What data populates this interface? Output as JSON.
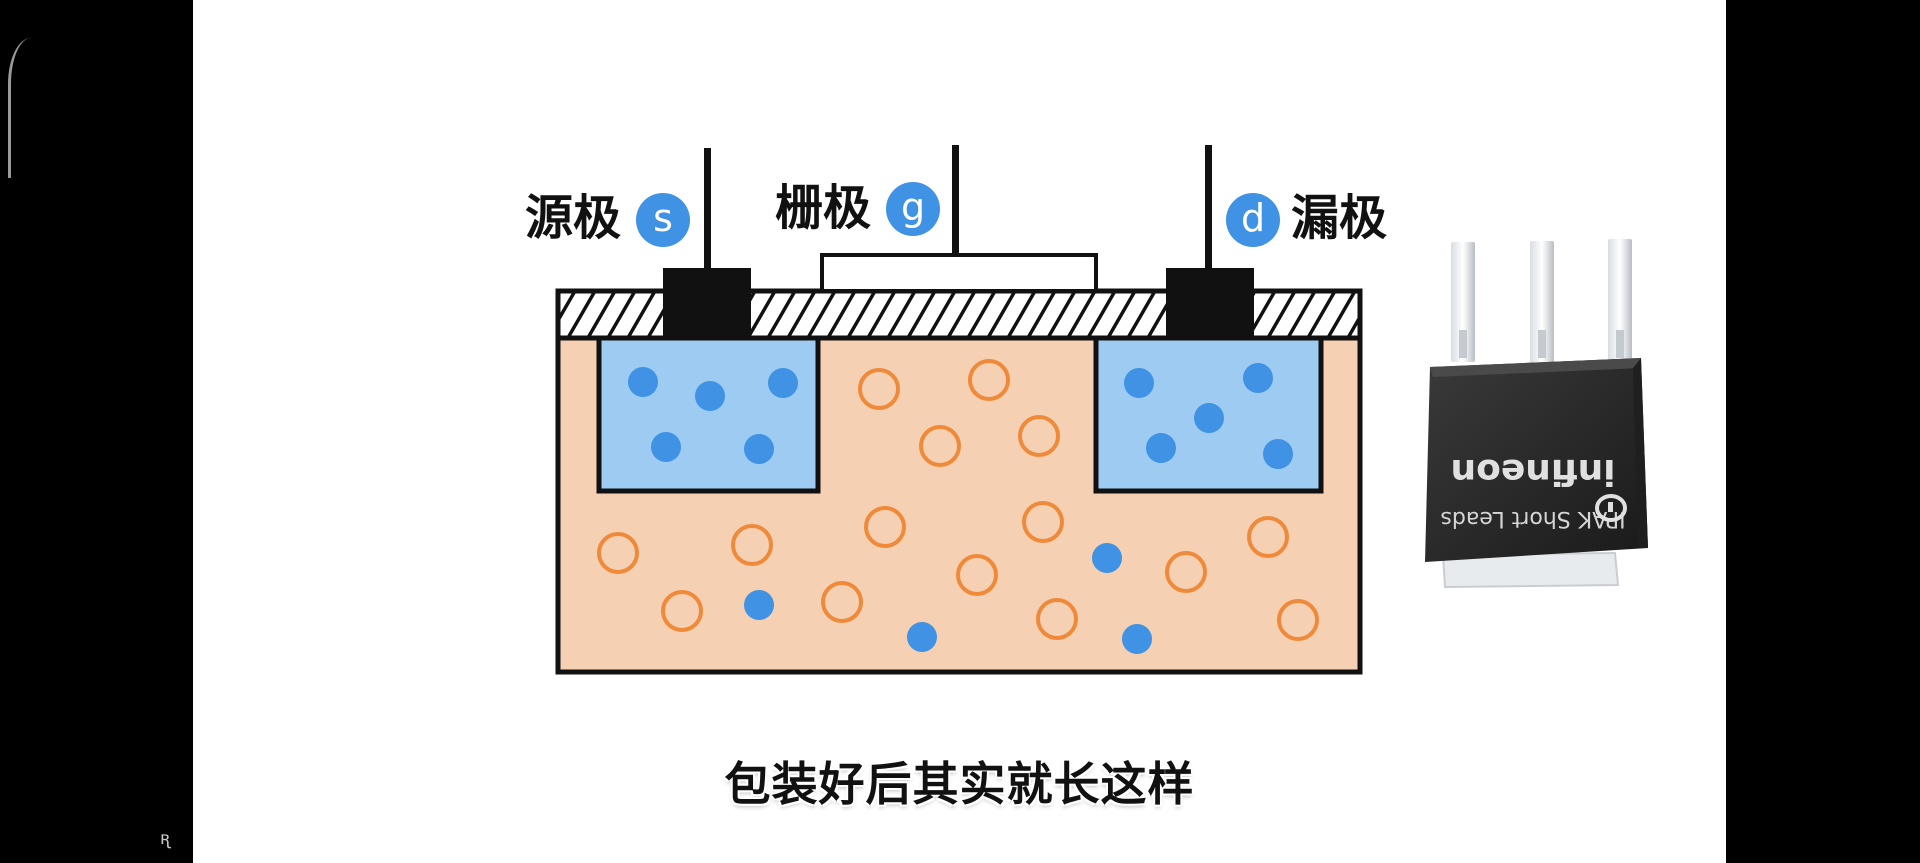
{
  "labels": {
    "source": "源极",
    "source_letter": "s",
    "gate": "栅极",
    "gate_letter": "g",
    "drain": "漏极",
    "drain_letter": "d"
  },
  "chip": {
    "brand": "infineon",
    "model": "IPAK Short Leads"
  },
  "subtitle": "包装好后其实就长这样",
  "overlay_glyph": "ꭆ",
  "colors": {
    "substrate": "#f5d0b3",
    "n_region": "#9ecbf2",
    "electron": "#3f92e4",
    "hole": "#ef8a3a",
    "badge": "#3f92e4"
  }
}
